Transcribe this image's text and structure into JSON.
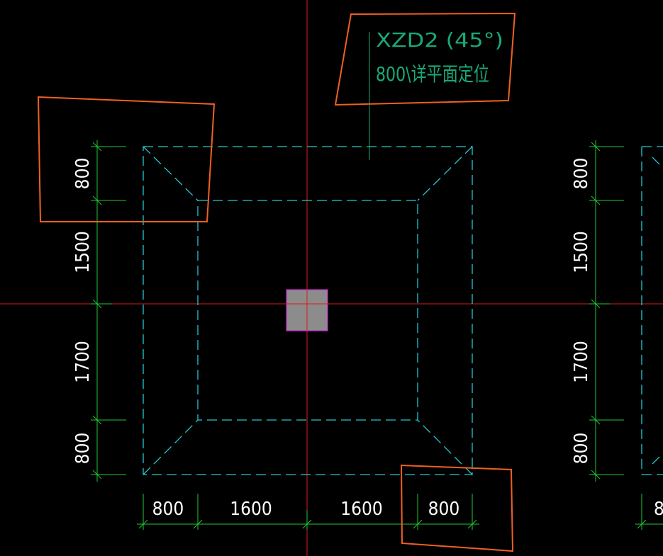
{
  "drawing": {
    "label_line1": "XZD2 (45°)",
    "label_line2": "800\\详平面定位"
  },
  "dimensions": {
    "left": [
      "800",
      "1500",
      "1700",
      "800"
    ],
    "right": [
      "800",
      "1500",
      "1700",
      "800"
    ],
    "bottom": [
      "800",
      "1600",
      "1600",
      "800"
    ],
    "bottom_right_partial": "8"
  },
  "colors": {
    "background": "#000000",
    "axis_line": "#e01818",
    "dimension_line": "#22c833",
    "foundation_outline": "#22c8d0",
    "column_fill": "#8c8c8c",
    "column_border": "#d020d0",
    "markup_cloud": "#f06020",
    "leader_line": "#1aa87a"
  }
}
